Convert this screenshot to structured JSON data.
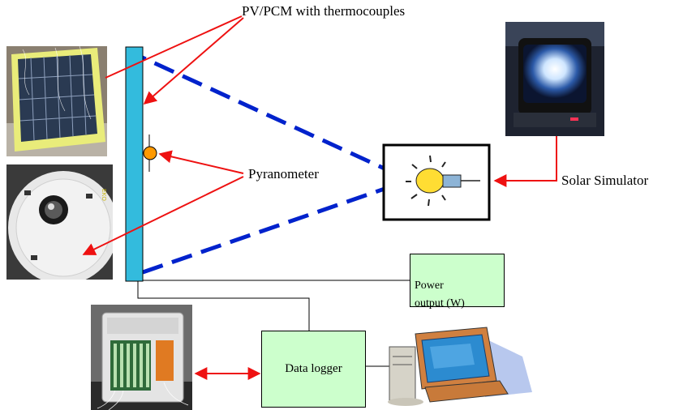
{
  "labels": {
    "pv_pcm": "PV/PCM with thermocouples",
    "pyranometer": "Pyranometer",
    "solar_simulator": "Solar Simulator",
    "power_output": "Power\noutput (W)",
    "data_logger": "Data logger"
  },
  "colors": {
    "panel_fill": "#33bbdd",
    "beam_dash": "#0022cc",
    "arrow": "#ee1111",
    "box_fill": "#ccffcc",
    "pyranometer_dot": "#ff9900",
    "bulb": "#ffdd33"
  },
  "icons": [
    "pv-pcm-photo",
    "pyranometer-photo",
    "solar-simulator-photo",
    "lamp-icon",
    "data-logger-photo",
    "computer-icon"
  ]
}
